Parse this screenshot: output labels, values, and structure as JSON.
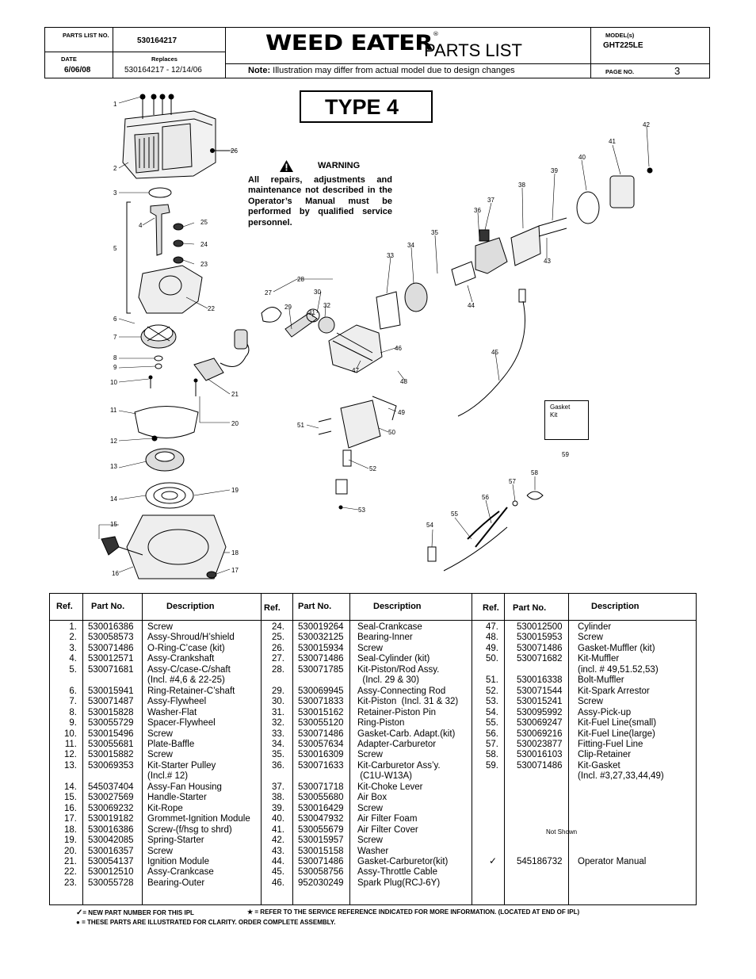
{
  "header": {
    "parts_list_no_label": "PARTS LIST NO.",
    "parts_list_no": "530164217",
    "date_label": "DATE",
    "date": "6/06/08",
    "replaces_label": "Replaces",
    "replaces": "530164217 - 12/14/06",
    "brand": "WEED EATER",
    "brand_reg": "®",
    "title": "PARTS LIST",
    "note_label": "Note:",
    "note_text": " Illustration may differ from actual model due to design changes",
    "models_label": "MODEL(s)",
    "model": "GHT225LE",
    "page_label": "PAGE   NO.",
    "page": "3"
  },
  "type_label": "TYPE 4",
  "warning": {
    "title": "WARNING",
    "body": "All repairs, adjustments and maintenance not described in the Operator’s Manual must be performed by qualified service personnel."
  },
  "gasket_kit": {
    "line1": "Gasket",
    "line2": "Kit",
    "ref": "59"
  },
  "callouts": [
    "1",
    "2",
    "3",
    "4",
    "5",
    "6",
    "7",
    "8",
    "9",
    "10",
    "11",
    "12",
    "13",
    "14",
    "15",
    "16",
    "17",
    "18",
    "19",
    "20",
    "21",
    "22",
    "23",
    "24",
    "25",
    "26",
    "27",
    "28",
    "29",
    "30",
    "31",
    "32",
    "33",
    "34",
    "35",
    "36",
    "37",
    "38",
    "39",
    "40",
    "41",
    "42",
    "43",
    "44",
    "45",
    "46",
    "47",
    "48",
    "49",
    "50",
    "51",
    "52",
    "53",
    "54",
    "55",
    "56",
    "57",
    "58"
  ],
  "table": {
    "headers": {
      "ref": "Ref.",
      "part": "Part  No.",
      "desc": "Description"
    },
    "col1": [
      [
        "1.",
        "530016386",
        "Screw"
      ],
      [
        "2.",
        "530058573",
        "Assy-Shroud/H’shield"
      ],
      [
        "3.",
        "530071486",
        "O-Ring-C’case (kit)"
      ],
      [
        "4.",
        "530012571",
        "Assy-Crankshaft"
      ],
      [
        "5.",
        "530071681",
        "Assy-C/case-C/shaft"
      ],
      [
        "",
        "",
        "(Incl. #4,6 & 22-25)"
      ],
      [
        "6.",
        "530015941",
        "Ring-Retainer-C’shaft"
      ],
      [
        "7.",
        "530071487",
        "Assy-Flywheel"
      ],
      [
        "8.",
        "530015828",
        "Washer-Flat"
      ],
      [
        "9.",
        "530055729",
        "Spacer-Flywheel"
      ],
      [
        "10.",
        "530015496",
        "Screw"
      ],
      [
        "11.",
        "530055681",
        "Plate-Baffle"
      ],
      [
        "12.",
        "530015882",
        "Screw"
      ],
      [
        "13.",
        "530069353",
        "Kit-Starter Pulley"
      ],
      [
        "",
        "",
        "(Incl.# 12)"
      ],
      [
        "14.",
        "545037404",
        "Assy-Fan Housing"
      ],
      [
        "15.",
        "530027569",
        "Handle-Starter"
      ],
      [
        "16.",
        "530069232",
        "Kit-Rope"
      ],
      [
        "17.",
        "530019182",
        "Grommet-Ignition Module"
      ],
      [
        "18.",
        "530016386",
        "Screw-(f/hsg to shrd)"
      ],
      [
        "19.",
        "530042085",
        "Spring-Starter"
      ],
      [
        "20.",
        "530016357",
        "Screw"
      ],
      [
        "21.",
        "530054137",
        "Ignition Module"
      ],
      [
        "22.",
        "530012510",
        "Assy-Crankcase"
      ],
      [
        "23.",
        "530055728",
        "Bearing-Outer"
      ]
    ],
    "col2": [
      [
        "24.",
        "530019264",
        "Seal-Crankcase"
      ],
      [
        "25.",
        "530032125",
        "Bearing-Inner"
      ],
      [
        "26.",
        "530015934",
        "Screw"
      ],
      [
        "27.",
        "530071486",
        "Seal-Cylinder (kit)"
      ],
      [
        "28.",
        "530071785",
        "Kit-Piston/Rod Assy."
      ],
      [
        "",
        "",
        "  (Incl. 29 & 30)"
      ],
      [
        "29.",
        "530069945",
        "Assy-Connecting Rod"
      ],
      [
        "30.",
        "530071833",
        "Kit-Piston  (Incl. 31 & 32)"
      ],
      [
        "31.",
        "530015162",
        "Retainer-Piston Pin"
      ],
      [
        "32.",
        "530055120",
        "Ring-Piston"
      ],
      [
        "33.",
        "530071486",
        "Gasket-Carb. Adapt.(kit)"
      ],
      [
        "34.",
        "530057634",
        "Adapter-Carburetor"
      ],
      [
        "35.",
        "530016309",
        "Screw"
      ],
      [
        "36.",
        "530071633",
        "Kit-Carburetor Ass’y."
      ],
      [
        "",
        "",
        " (C1U-W13A)"
      ],
      [
        "37.",
        "530071718",
        "Kit-Choke Lever"
      ],
      [
        "38.",
        "530055680",
        "Air Box"
      ],
      [
        "39.",
        "530016429",
        "Screw"
      ],
      [
        "40.",
        "530047932",
        "Air Filter Foam"
      ],
      [
        "41.",
        "530055679",
        "Air Filter Cover"
      ],
      [
        "42.",
        "530015957",
        "Screw"
      ],
      [
        "43.",
        "530015158",
        "Washer"
      ],
      [
        "44.",
        "530071486",
        "Gasket-Carburetor(kit)"
      ],
      [
        "45.",
        "530058756",
        "Assy-Throttle Cable"
      ],
      [
        "46.",
        "952030249",
        "Spark Plug(RCJ-6Y)"
      ]
    ],
    "col3": [
      [
        "47.",
        "530012500",
        "Cylinder"
      ],
      [
        "48.",
        "530015953",
        "Screw"
      ],
      [
        "49.",
        "530071486",
        "Gasket-Muffler (kit)"
      ],
      [
        "50.",
        "530071682",
        "Kit-Muffler"
      ],
      [
        "",
        "",
        "(incl. # 49,51.52,53)"
      ],
      [
        "51.",
        "530016338",
        "Bolt-Muffler"
      ],
      [
        "52.",
        "530071544",
        "Kit-Spark Arrestor"
      ],
      [
        "53.",
        "530015241",
        "Screw"
      ],
      [
        "54.",
        "530095992",
        "Assy-Pick-up"
      ],
      [
        "55.",
        "530069247",
        "Kit-Fuel Line(small)"
      ],
      [
        "56.",
        "530069216",
        "Kit-Fuel Line(large)"
      ],
      [
        "57.",
        "530023877",
        "Fitting-Fuel Line"
      ],
      [
        "58.",
        "530016103",
        "Clip-Retainer"
      ],
      [
        "59.",
        "530071486",
        "Kit-Gasket"
      ],
      [
        "",
        "",
        "(Incl. #3,27,33,44,49)"
      ]
    ],
    "not_shown": "Not  Shown",
    "manual_part": "545186732",
    "manual_desc": "Operator Manual"
  },
  "footnotes": {
    "new_part": "= NEW PART NUMBER FOR THIS  IPL",
    "service_ref": "= REFER TO THE SERVICE REFERENCE  INDICATED FOR MORE INFORMATION. (LOCATED AT END OF IPL)",
    "clarity": "= THESE PARTS ARE  ILLUSTRATED FOR CLARITY.    ORDER  COMPLETE   ASSEMBLY."
  }
}
